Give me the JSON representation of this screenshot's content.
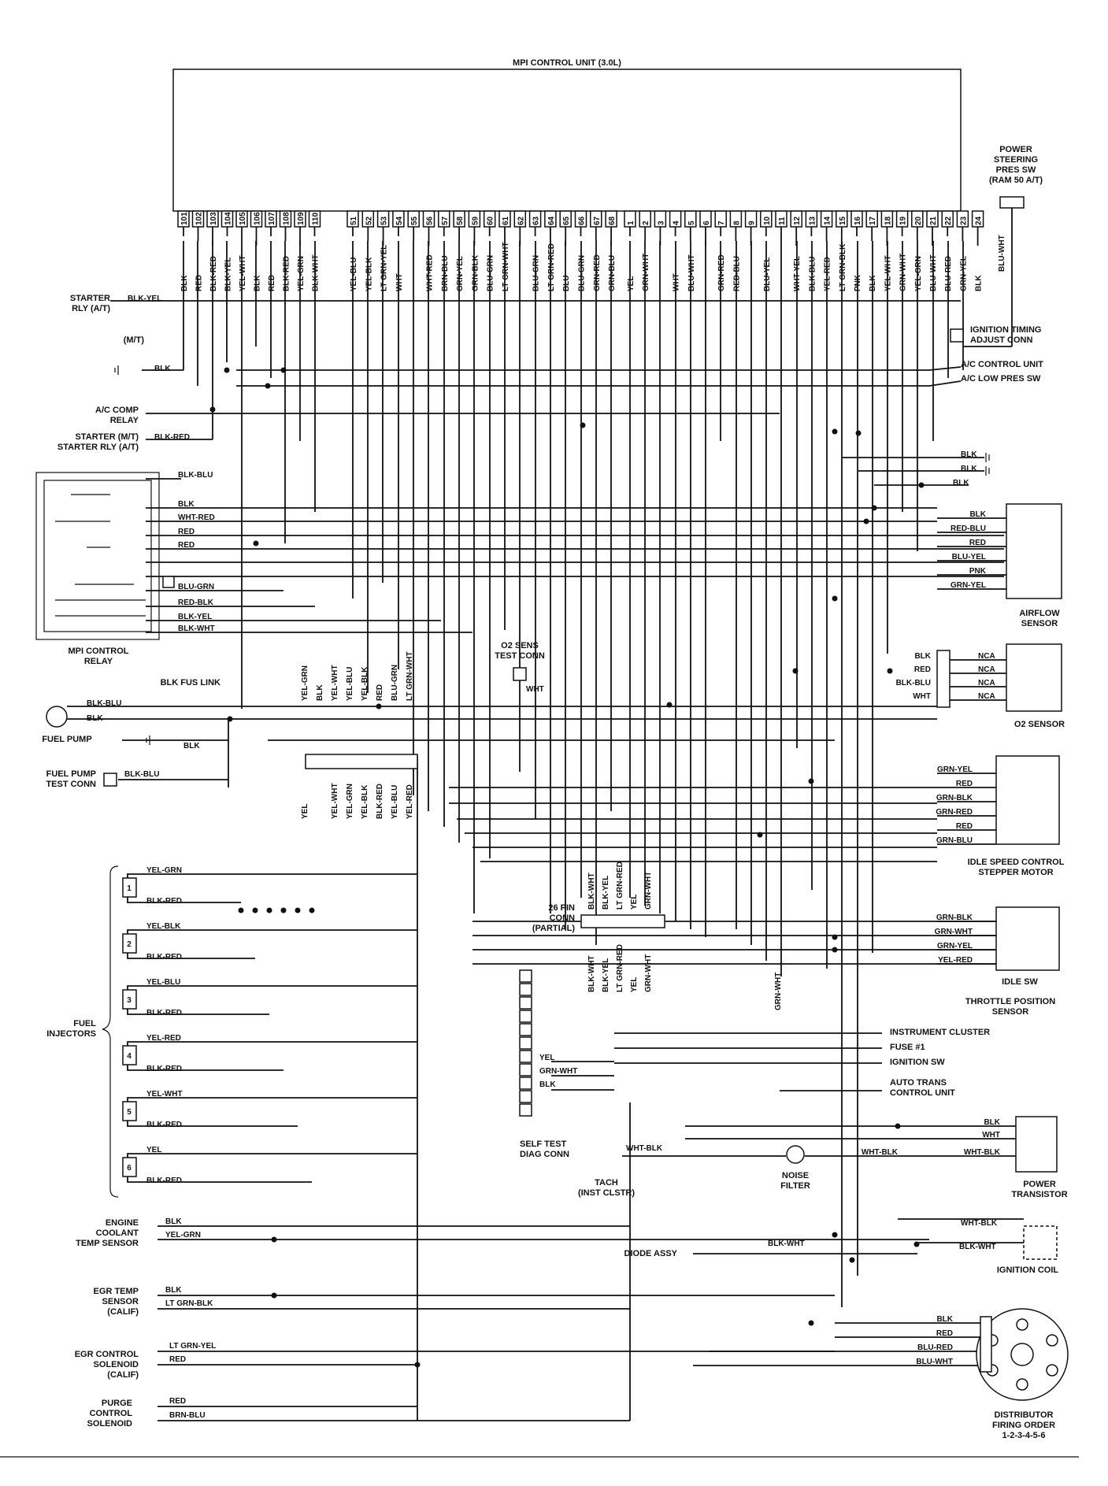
{
  "ecu": {
    "title": "MPI CONTROL UNIT (3.0L)",
    "pins_left": [
      {
        "pin": "101",
        "wire": "BLK"
      },
      {
        "pin": "102",
        "wire": "RED"
      },
      {
        "pin": "103",
        "wire": "BLK-RED"
      },
      {
        "pin": "104",
        "wire": "BLK-YEL"
      },
      {
        "pin": "105",
        "wire": "YEL-WHT"
      },
      {
        "pin": "106",
        "wire": "BLK"
      },
      {
        "pin": "107",
        "wire": "RED"
      },
      {
        "pin": "108",
        "wire": "BLK-RED"
      },
      {
        "pin": "109",
        "wire": "YEL-GRN"
      },
      {
        "pin": "110",
        "wire": "BLK-WHT"
      }
    ],
    "pins_mid": [
      {
        "pin": "51",
        "wire": "YEL-BLU"
      },
      {
        "pin": "52",
        "wire": "YEL-BLK"
      },
      {
        "pin": "53",
        "wire": "LT GRN-YEL"
      },
      {
        "pin": "54",
        "wire": "WHT"
      },
      {
        "pin": "55",
        "wire": ""
      },
      {
        "pin": "56",
        "wire": "WHT-RED"
      },
      {
        "pin": "57",
        "wire": "BRN-BLU"
      },
      {
        "pin": "58",
        "wire": "GRN-YEL"
      },
      {
        "pin": "59",
        "wire": "GRN-BLK"
      },
      {
        "pin": "60",
        "wire": "BLU-GRN"
      },
      {
        "pin": "61",
        "wire": "LT GRN-WHT"
      },
      {
        "pin": "62",
        "wire": ""
      },
      {
        "pin": "63",
        "wire": "BLU-GRN"
      },
      {
        "pin": "64",
        "wire": "LT GRN-RED"
      },
      {
        "pin": "65",
        "wire": "BLU"
      },
      {
        "pin": "66",
        "wire": "BLU-GRN"
      },
      {
        "pin": "67",
        "wire": "GRN-RED"
      },
      {
        "pin": "68",
        "wire": "GRN-BLU"
      }
    ],
    "pins_right": [
      {
        "pin": "1",
        "wire": "YEL"
      },
      {
        "pin": "2",
        "wire": "GRN-WHT"
      },
      {
        "pin": "3",
        "wire": ""
      },
      {
        "pin": "4",
        "wire": "WHT"
      },
      {
        "pin": "5",
        "wire": "BLU-WHT"
      },
      {
        "pin": "6",
        "wire": ""
      },
      {
        "pin": "7",
        "wire": "GRN-RED"
      },
      {
        "pin": "8",
        "wire": "RED-BLU"
      },
      {
        "pin": "9",
        "wire": ""
      },
      {
        "pin": "10",
        "wire": "BLU-YEL"
      },
      {
        "pin": "11",
        "wire": ""
      },
      {
        "pin": "12",
        "wire": "WHT-YEL"
      },
      {
        "pin": "13",
        "wire": "BLK-BLU"
      },
      {
        "pin": "14",
        "wire": "YEL-RED"
      },
      {
        "pin": "15",
        "wire": "LT GRN-BLK"
      },
      {
        "pin": "16",
        "wire": "PNK"
      },
      {
        "pin": "17",
        "wire": "BLK"
      },
      {
        "pin": "18",
        "wire": "YEL-WHT"
      },
      {
        "pin": "19",
        "wire": "GRN-WHT"
      },
      {
        "pin": "20",
        "wire": "YEL-GRN"
      },
      {
        "pin": "21",
        "wire": "BLU-WHT"
      },
      {
        "pin": "22",
        "wire": "BLU-RED"
      },
      {
        "pin": "23",
        "wire": "GRN-YEL"
      },
      {
        "pin": "24",
        "wire": "BLK"
      }
    ]
  },
  "labels": {
    "power_steering": [
      "POWER",
      "STEERING",
      "PRES SW",
      "(RAM 50 A/T)"
    ],
    "ps_wire": "BLU-WHT",
    "starter_relay_at": [
      "STARTER",
      "RLY (A/T)"
    ],
    "starter_wire": "BLK-YEL",
    "mt": "(M/T)",
    "blk_ground": "BLK",
    "ac_comp": [
      "A/C COMP",
      "RELAY"
    ],
    "starter_mt": [
      "STARTER (M/T)",
      "STARTER RLY (A/T)"
    ],
    "starter_mt_wire": "BLK-RED",
    "mpi_relay": [
      "MPI CONTROL",
      "RELAY"
    ],
    "relay_wires": [
      "BLK-BLU",
      "BLK",
      "WHT-RED",
      "RED",
      "RED",
      "BLU-GRN",
      "RED-BLK",
      "BLK-YEL",
      "BLK-WHT"
    ],
    "blk_fus_link": "BLK FUS LINK",
    "fuel_pump": "FUEL PUMP",
    "fuel_pump_wires": [
      "BLK-BLU",
      "BLK"
    ],
    "fuel_pump_blk": "BLK",
    "fuel_pump_test": [
      "FUEL PUMP",
      "TEST CONN"
    ],
    "fuel_pump_test_wire": "BLK-BLU",
    "vert_mid": [
      "YEL-GRN",
      "BLK",
      "YEL-WHT",
      "YEL-BLU",
      "YEL-BLK",
      "RED",
      "BLU-GRN",
      "LT GRN-WHT"
    ],
    "conn_bottom": [
      "YEL",
      "YEL-WHT",
      "YEL-GRN",
      "YEL-BLK",
      "BLK-RED",
      "YEL-BLU",
      "YEL-RED"
    ],
    "fuel_injectors": [
      "FUEL",
      "INJECTORS"
    ],
    "injectors": [
      {
        "n": "1",
        "a": "YEL-GRN",
        "b": "BLK-RED"
      },
      {
        "n": "2",
        "a": "YEL-BLK",
        "b": "BLK-RED"
      },
      {
        "n": "3",
        "a": "YEL-BLU",
        "b": "BLK-RED"
      },
      {
        "n": "4",
        "a": "YEL-RED",
        "b": "BLK-RED"
      },
      {
        "n": "5",
        "a": "YEL-WHT",
        "b": "BLK-RED"
      },
      {
        "n": "6",
        "a": "YEL",
        "b": "BLK-RED"
      }
    ],
    "engine_coolant": [
      "ENGINE",
      "COOLANT",
      "TEMP SENSOR"
    ],
    "ect_wires": [
      "BLK",
      "YEL-GRN"
    ],
    "egr_temp": [
      "EGR TEMP",
      "SENSOR",
      "(CALIF)"
    ],
    "egr_temp_wires": [
      "BLK",
      "LT GRN-BLK"
    ],
    "egr_control": [
      "EGR CONTROL",
      "SOLENOID",
      "(CALIF)"
    ],
    "egr_control_wires": [
      "LT GRN-YEL",
      "RED"
    ],
    "purge": [
      "PURGE",
      "CONTROL",
      "SOLENOID"
    ],
    "purge_wires": [
      "RED",
      "BRN-BLU"
    ],
    "o2_test": [
      "O2 SENS",
      "TEST CONN"
    ],
    "o2_test_wire": "WHT",
    "conn26_top": [
      "BLK-WHT",
      "BLK-YEL",
      "LT GRN-RED",
      "YEL",
      "GRN-WHT"
    ],
    "conn26": [
      "26 PIN",
      "CONN",
      "(PARTIAL)"
    ],
    "conn26_bottom": [
      "BLK-WHT",
      "BLK-YEL",
      "LT GRN-RED",
      "YEL",
      "GRN-WHT"
    ],
    "self_test_wires": [
      "YEL",
      "GRN-WHT",
      "BLK"
    ],
    "self_test": [
      "SELF TEST",
      "DIAG CONN"
    ],
    "tach_wire": "WHT-BLK",
    "tach": [
      "TACH",
      "(INST CLSTR)"
    ],
    "noise_filter": [
      "NOISE",
      "FILTER"
    ],
    "grn_wht_vert": "GRN-WHT",
    "diode_assy": "DIODE ASSY",
    "diode_wire": "BLK-WHT",
    "ign_timing": [
      "IGNITION TIMING",
      "ADJUST CONN"
    ],
    "ac_control": "A/C CONTROL UNIT",
    "ac_low": "A/C LOW PRES SW",
    "grounds_right": [
      "BLK",
      "BLK",
      "BLK"
    ],
    "airflow_wires": [
      "BLK",
      "RED-BLU",
      "RED",
      "BLU-YEL",
      "PNK",
      "GRN-YEL"
    ],
    "airflow": [
      "AIRFLOW",
      "SENSOR"
    ],
    "o2_left": [
      "BLK",
      "RED",
      "BLK-BLU",
      "WHT"
    ],
    "o2_right": [
      "NCA",
      "NCA",
      "NCA",
      "NCA"
    ],
    "o2_sensor": "O2 SENSOR",
    "isc_wires": [
      "GRN-YEL",
      "RED",
      "GRN-BLK",
      "GRN-RED",
      "RED",
      "GRN-BLU"
    ],
    "isc": [
      "IDLE SPEED CONTROL",
      "STEPPER MOTOR"
    ],
    "tps_wires": [
      "GRN-BLK",
      "GRN-WHT",
      "GRN-YEL",
      "YEL-RED"
    ],
    "idle_sw": "IDLE SW",
    "tps": [
      "THROTTLE POSITION",
      "SENSOR"
    ],
    "to_labels": [
      "INSTRUMENT CLUSTER",
      "FUSE #1",
      "IGNITION SW"
    ],
    "auto_trans": [
      "AUTO TRANS",
      "CONTROL UNIT"
    ],
    "pt_wires": [
      "BLK",
      "WHT",
      "WHT-BLK",
      "WHT-BLK"
    ],
    "power_transistor": [
      "POWER",
      "TRANSISTOR"
    ],
    "coil_wires": [
      "WHT-BLK",
      "BLK-WHT"
    ],
    "ignition_coil": "IGNITION COIL",
    "dist_wires": [
      "BLK",
      "RED",
      "BLU-RED",
      "BLU-WHT"
    ],
    "distributor": [
      "DISTRIBUTOR",
      "FIRING ORDER",
      "1-2-3-4-5-6"
    ]
  }
}
